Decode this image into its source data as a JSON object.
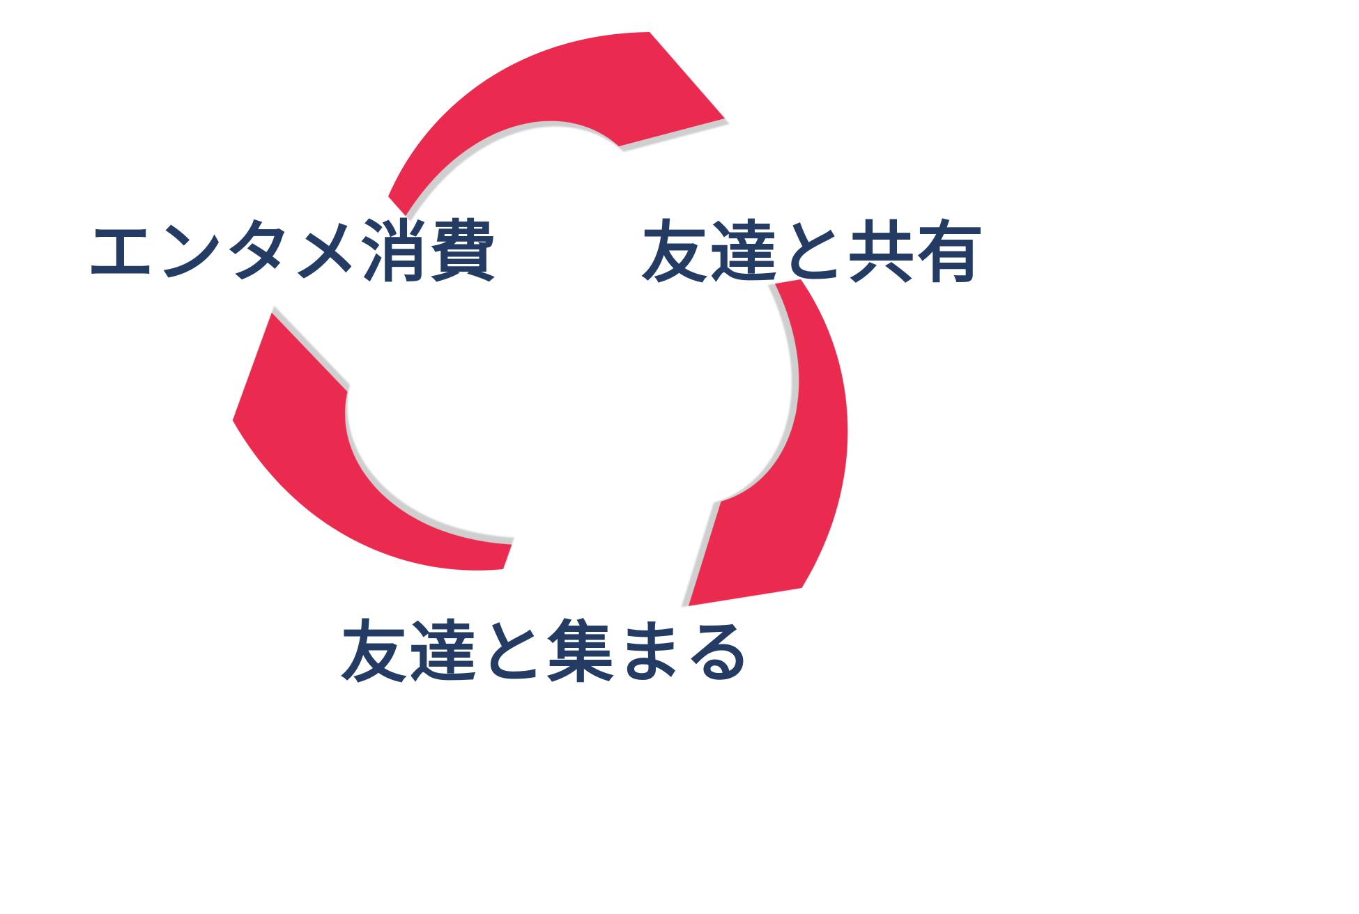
{
  "page": {
    "background": "#ffffff"
  },
  "diagram": {
    "type": "cycle",
    "direction": "clockwise",
    "arrow_color": "#ea2a4f",
    "arrow_outline_color": "#ffffff",
    "arrow_shadow_color": "#cfcfcf",
    "label_color": "#243b63",
    "labels": {
      "top_left": "エンタメ消費",
      "top_right": "友達と共有",
      "bottom": "友達と集まる"
    },
    "arrows": [
      {
        "name": "top",
        "from": "エンタメ消費",
        "to": "友達と共有",
        "points": "right"
      },
      {
        "name": "right",
        "from": "友達と共有",
        "to": "友達と集まる",
        "points": "down-left"
      },
      {
        "name": "left",
        "from": "友達と集まる",
        "to": "エンタメ消費",
        "points": "up"
      }
    ]
  }
}
